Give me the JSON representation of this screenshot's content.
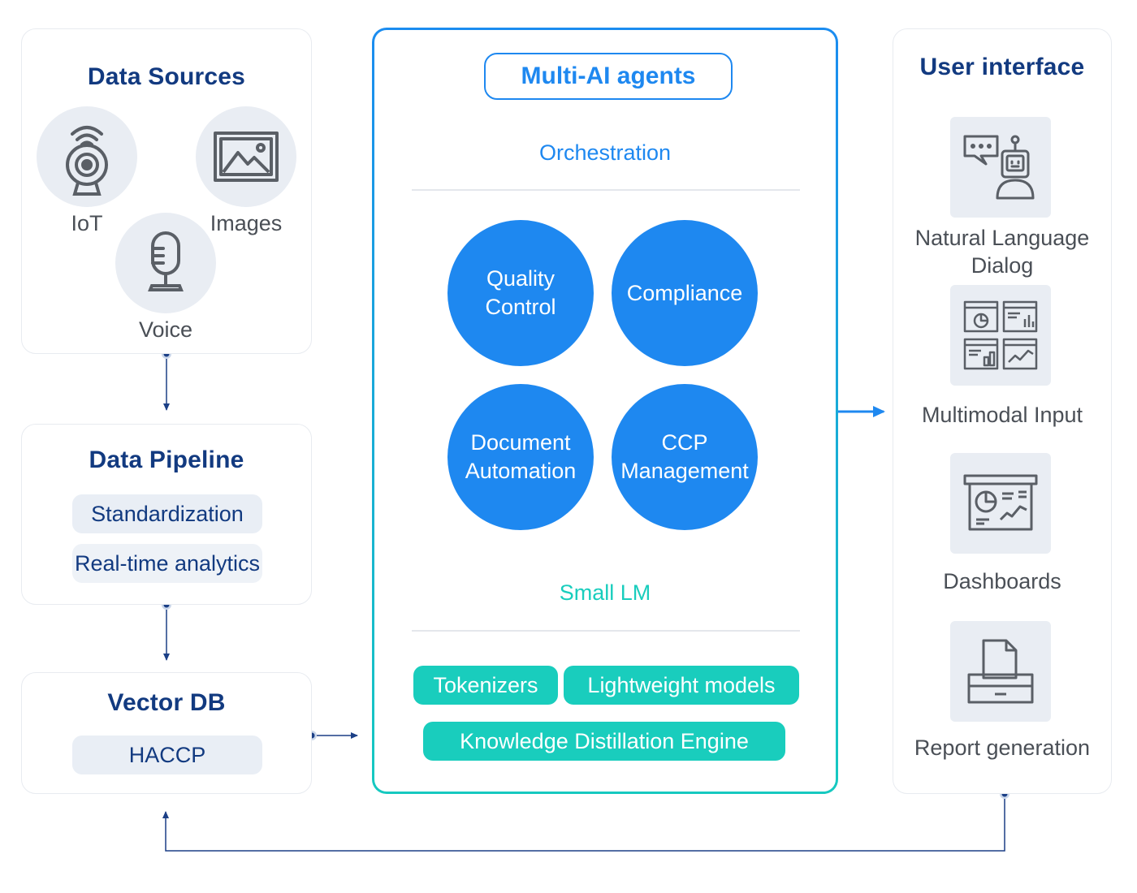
{
  "colors": {
    "navy": "#123a80",
    "blue": "#1e88f0",
    "teal": "#19cdbd",
    "grey_text": "#4a4f56",
    "icon_bg": "#e9edf3",
    "line": "#1b3f86"
  },
  "data_sources": {
    "title": "Data Sources",
    "items": [
      {
        "label": "IoT",
        "icon": "iot-camera-icon"
      },
      {
        "label": "Images",
        "icon": "image-icon"
      },
      {
        "label": "Voice",
        "icon": "microphone-icon"
      }
    ]
  },
  "data_pipeline": {
    "title": "Data Pipeline",
    "items": [
      "Standardization",
      "Real-time analytics"
    ]
  },
  "vector_db": {
    "title": "Vector DB",
    "items": [
      "HACCP"
    ]
  },
  "multi_ai": {
    "title": "Multi-AI agents",
    "orchestration_label": "Orchestration",
    "agents": [
      "Quality\nControl",
      "Compliance",
      "Document\nAutomation",
      "CCP\nManagement"
    ],
    "small_lm_label": "Small LM",
    "small_lm_items": [
      "Tokenizers",
      "Lightweight models",
      "Knowledge Distillation Engine"
    ]
  },
  "user_interface": {
    "title": "User interface",
    "items": [
      {
        "label": "Natural Language\nDialog",
        "icon": "chatbot-icon"
      },
      {
        "label": "Multimodal Input",
        "icon": "multimodal-panels-icon"
      },
      {
        "label": "Dashboards",
        "icon": "dashboard-board-icon"
      },
      {
        "label": "Report generation",
        "icon": "printer-report-icon"
      }
    ]
  }
}
